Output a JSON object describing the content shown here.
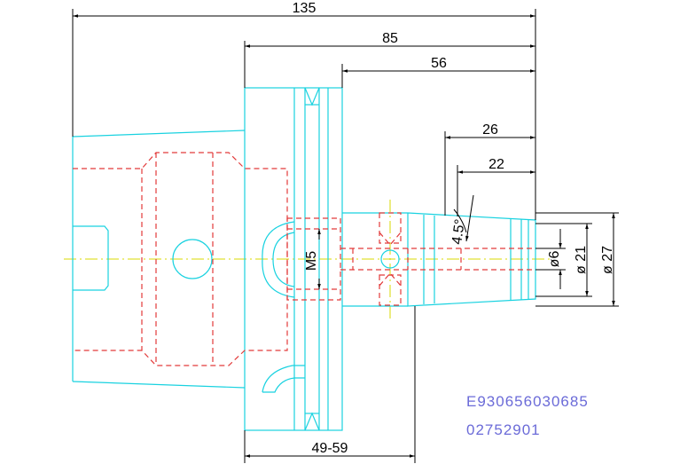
{
  "dimensions": {
    "overall_length": "135",
    "flange_to_nose": "85",
    "collar_to_nose": "56",
    "nose_length_26": "26",
    "nose_length_22": "22",
    "taper_angle": "4.5°",
    "thread": "M5",
    "bore_dia": "ø6",
    "nose_dia_21": "ø 21",
    "nose_dia_27": "ø 27",
    "adjust_range": "49-59"
  },
  "part_codes": {
    "code_1": "E930656030685",
    "code_2": "02752901"
  },
  "colors": {
    "outline": "#19d2e0",
    "hidden": "#e23a3a",
    "centerline": "#d8d800",
    "dimension": "#000000",
    "code_text": "#6b6bd8"
  }
}
